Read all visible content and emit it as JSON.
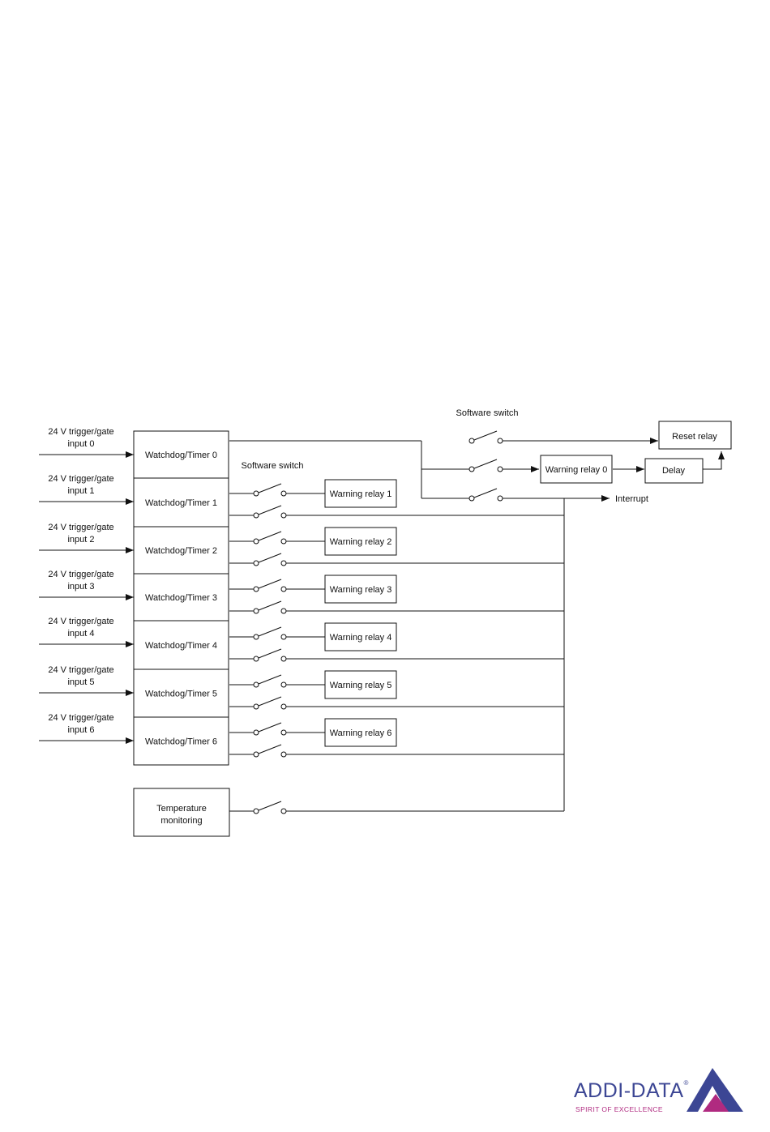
{
  "diagram": {
    "inputs": [
      {
        "line1": "24 V trigger/gate",
        "line2": "input 0"
      },
      {
        "line1": "24 V trigger/gate",
        "line2": "input 1"
      },
      {
        "line1": "24 V trigger/gate",
        "line2": "input 2"
      },
      {
        "line1": "24 V trigger/gate",
        "line2": "input 3"
      },
      {
        "line1": "24 V trigger/gate",
        "line2": "input 4"
      },
      {
        "line1": "24 V trigger/gate",
        "line2": "input 5"
      },
      {
        "line1": "24 V trigger/gate",
        "line2": "input 6"
      }
    ],
    "timers": [
      "Watchdog/Timer 0",
      "Watchdog/Timer 1",
      "Watchdog/Timer 2",
      "Watchdog/Timer 3",
      "Watchdog/Timer 4",
      "Watchdog/Timer 5",
      "Watchdog/Timer 6"
    ],
    "warning_relays": [
      "Warning relay 1",
      "Warning relay 2",
      "Warning relay 3",
      "Warning relay 4",
      "Warning relay 5",
      "Warning relay 6"
    ],
    "temperature": {
      "line1": "Temperature",
      "line2": "monitoring"
    },
    "software_switch_top": "Software switch",
    "software_switch_left": "Software switch",
    "reset_relay": "Reset relay",
    "warning_relay_0": "Warning relay 0",
    "delay": "Delay",
    "interrupt": "Interrupt"
  },
  "logo": {
    "name": "ADDI-DATA",
    "registered": "®",
    "tagline": "SPIRIT OF EXCELLENCE",
    "colors": {
      "blue": "#3c4694",
      "magenta": "#b02a80"
    }
  }
}
